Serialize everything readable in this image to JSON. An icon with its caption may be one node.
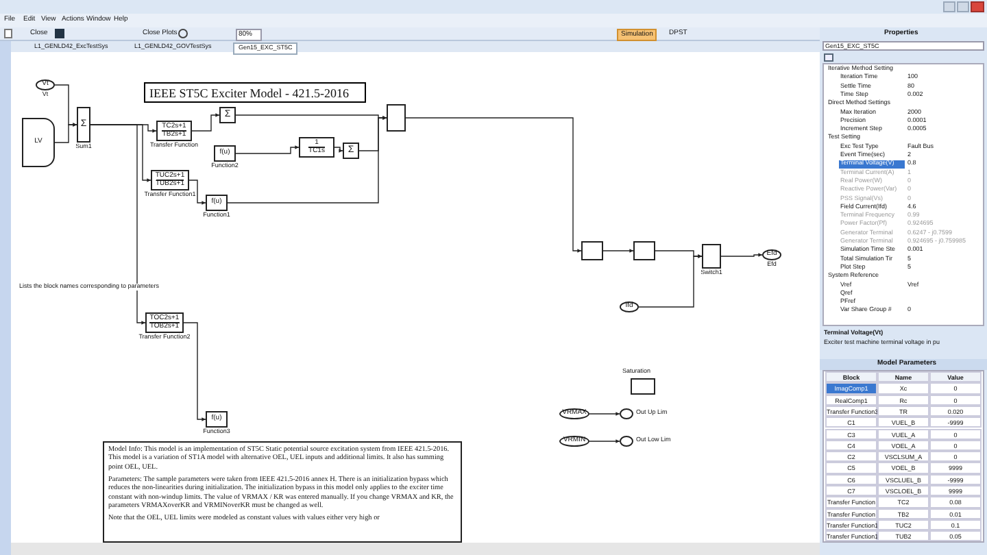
{
  "diagram": {
    "title": "IEEE ST5C Exciter Model - 421.5-2016",
    "nodes": [
      {
        "text": [
          "Vt"
        ],
        "beside": [
          "Vt"
        ]
      },
      {
        "text": [
          "Σ"
        ],
        "beside": [
          "Sum1"
        ]
      },
      {
        "text": [
          "LV"
        ]
      },
      {
        "text": [
          "TC2s+1",
          "TB2s+1"
        ],
        "beside": [
          "Transfer Function"
        ]
      },
      {
        "text": [
          "Σ"
        ]
      },
      {
        "text": [
          "f(u)"
        ],
        "beside": [
          "Function2"
        ]
      },
      {
        "text": [
          "1",
          "TC1s"
        ]
      },
      {
        "text": [
          "Σ"
        ]
      },
      {
        "text": [],
        "shape": "box"
      },
      {
        "text": [
          "TUC2s+1",
          "TUB2s+1"
        ],
        "beside": [
          "Transfer Function1"
        ]
      },
      {
        "text": [
          "f(u)"
        ],
        "beside": [
          "Function1"
        ]
      },
      {
        "text": [
          "TOC2s+1",
          "TOB2s+1"
        ],
        "beside": [
          "Transfer Function2"
        ]
      },
      {
        "text": [
          "f(u)"
        ],
        "beside": [
          "Function3"
        ]
      },
      {
        "text": [],
        "shape": "box"
      },
      {
        "text": [],
        "shape": "box"
      },
      {
        "text": [],
        "shape": "box",
        "beside": [
          "Switch1"
        ]
      },
      {
        "text": [
          "Efd"
        ],
        "beside": [
          "Efd"
        ]
      },
      {
        "text": [
          "Ifd"
        ]
      },
      {
        "text": [],
        "shape": "box",
        "beside": [
          "Saturation"
        ]
      },
      {
        "text": [
          "VRMAX"
        ]
      },
      {
        "text": [
          "VRMIN"
        ]
      },
      {
        "text": [],
        "shape": "circle",
        "beside": [
          "Out Up Lim"
        ]
      },
      {
        "text": [],
        "shape": "circle",
        "beside": [
          "Out Low Lim"
        ]
      },
      {
        "text": [
          "Model Info: This model is an implementation of ST5C Static potential source excitation system from IEEE 421.5-2016. This model is a variation of ST1A model with alternative OEL, UEL inputs and additional limits. It also has summing point OEL, UEL.",
          "Parameters: The sample parameters were taken from IEEE 421.5-2016 annex H. There is an initialization bypass which reduces the non-linearities during initialization. The initialization bypass in this model only applies to the exciter time constant with non-windup limits. The value of VRMAX / KR was entered manually. If you change VRMAX and KR, the parameters VRMAXoverKR and VRMINoverKR must be changed as well.",
          "Note that the OEL, UEL limits were modeled as constant values with values either very high or"
        ]
      }
    ],
    "edges": [
      {
        "from": 0,
        "to": 1,
        "arrow": "to"
      },
      {
        "from": 2,
        "to": 1,
        "arrow": "to"
      },
      {
        "from": 1,
        "to": 3,
        "arrow": "to"
      },
      {
        "from": 1,
        "to": 9,
        "arrow": "to"
      },
      {
        "from": 1,
        "to": 11,
        "arrow": "to"
      },
      {
        "from": 3,
        "to": 4,
        "arrow": "to"
      },
      {
        "from": 4,
        "to": 8,
        "arrow": "to"
      },
      {
        "from": 5,
        "to": 6,
        "arrow": "to"
      },
      {
        "from": 6,
        "to": 7,
        "arrow": "to"
      },
      {
        "from": 7,
        "to": 8,
        "arrow": "to"
      },
      {
        "from": 9,
        "to": 10,
        "arrow": "to"
      },
      {
        "from": 10,
        "to": 8,
        "arrow": "to"
      },
      {
        "from": 11,
        "to": 12,
        "arrow": "to"
      },
      {
        "from": 8,
        "to": 13,
        "arrow": "to"
      },
      {
        "from": 13,
        "to": 14,
        "arrow": "to"
      },
      {
        "from": 14,
        "to": 15,
        "arrow": "to"
      },
      {
        "from": 15,
        "to": 16,
        "arrow": "to"
      },
      {
        "from": 17,
        "to": 15,
        "arrow": "to"
      },
      {
        "from": 19,
        "to": 21,
        "arrow": "to"
      },
      {
        "from": 20,
        "to": 22,
        "arrow": "to"
      }
    ],
    "labels": [
      "File",
      "Edit",
      "View",
      "Actions",
      "Window",
      "Help",
      "Close",
      "Close Plots",
      "80%",
      "Simulation",
      "DPST",
      "L1_GENLD42_ExcTestSys",
      "L1_GENLD42_GOVTestSys",
      "Gen15_EXC_ST5C",
      "Properties",
      "Gen15_EXC_ST5C",
      "Iterative Method Setting",
      "Iteration Time",
      "100",
      "Settle Time",
      "80",
      "Time Step",
      "0.002",
      "Direct Method Settings",
      "Max Iteration",
      "2000",
      "Precision",
      "0.0001",
      "Increment Step",
      "0.0005",
      "Test Setting",
      "Exc Test Type",
      "Fault Bus",
      "Event Time(sec)",
      "2",
      "Terminal Voltage(V)",
      "0.8",
      "Terminal Current(A)",
      "1",
      "Real Power(W)",
      "0",
      "Reactive Power(Var)",
      "0",
      "PSS Signal(Vs)",
      "0",
      "Field Current(Ifd)",
      "4.6",
      "Terminal Frequency",
      "0.99",
      "Power Factor(Pf)",
      "0.924695",
      "Generator Terminal",
      "0.6247 - j0.7599",
      "Generator Terminal",
      "0.924695 - j0.759985",
      "Simulation Time Ste",
      "0.001",
      "Total Simulation Tir",
      "5",
      "Plot Step",
      "5",
      "System Reference",
      "Vref",
      "Vref",
      "Qref",
      "PFref",
      "Var Share Group #",
      "0",
      "Terminal Voltage(Vt)",
      "Exciter test machine terminal voltage in pu",
      "Model Parameters",
      "Block",
      "Name",
      "Value",
      "ImagComp1",
      "Xc",
      "0",
      "RealComp1",
      "Rc",
      "0",
      "Transfer Function3",
      "TR",
      "0.020",
      "C1",
      "VUEL_B",
      "-9999",
      "C3",
      "VUEL_A",
      "0",
      "C4",
      "VOEL_A",
      "0",
      "C2",
      "VSCLSUM_A",
      "0",
      "C5",
      "VOEL_B",
      "9999",
      "C6",
      "VSCLUEL_B",
      "-9999",
      "C7",
      "VSCLOEL_B",
      "9999",
      "Transfer Function",
      "TC2",
      "0.08",
      "Transfer Function",
      "TB2",
      "0.01",
      "Transfer Function1",
      "TUC2",
      "0.1",
      "Transfer Function1",
      "TUB2",
      "0.05",
      "Lists the block names corresponding to parameters"
    ]
  }
}
